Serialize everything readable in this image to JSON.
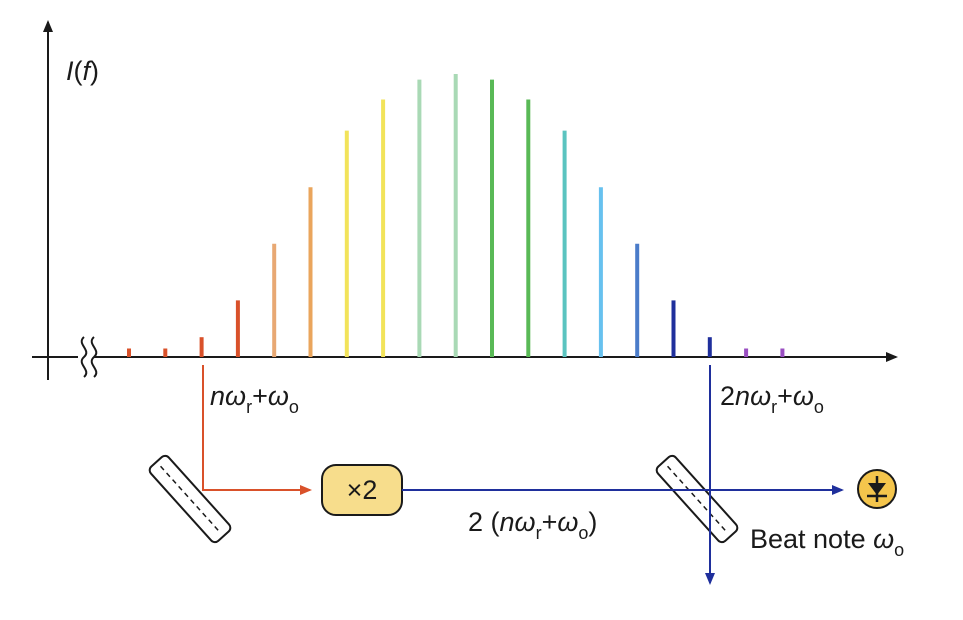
{
  "axis": {
    "y_label_main": "I",
    "y_label_arg": "f"
  },
  "comb": {
    "lines": [
      {
        "color": "#d9512a",
        "level": 0.03
      },
      {
        "color": "#d9512a",
        "level": 0.03
      },
      {
        "color": "#d9512a",
        "level": 0.07
      },
      {
        "color": "#d9512a",
        "level": 0.2
      },
      {
        "color": "#e8a873",
        "level": 0.4
      },
      {
        "color": "#eaa55c",
        "level": 0.6
      },
      {
        "color": "#f2e35a",
        "level": 0.8
      },
      {
        "color": "#f2e35a",
        "level": 0.91
      },
      {
        "color": "#a9d9b5",
        "level": 0.98
      },
      {
        "color": "#a9d9b5",
        "level": 1.0
      },
      {
        "color": "#59b956",
        "level": 0.98
      },
      {
        "color": "#59b956",
        "level": 0.91
      },
      {
        "color": "#5bc4c0",
        "level": 0.8
      },
      {
        "color": "#67c1ef",
        "level": 0.6
      },
      {
        "color": "#4b7cc9",
        "level": 0.4
      },
      {
        "color": "#1f2f9c",
        "level": 0.2
      },
      {
        "color": "#1f2f9c",
        "level": 0.07
      },
      {
        "color": "#9a4fc2",
        "level": 0.03
      },
      {
        "color": "#9a4fc2",
        "level": 0.03
      }
    ]
  },
  "labels": {
    "low_n": "n",
    "low_w": "ω",
    "low_r": "r",
    "low_plus": "+",
    "low_w2": "ω",
    "low_o": "o",
    "high_pre": "2",
    "high_n": "n",
    "high_w": "ω",
    "high_r": "r",
    "high_plus": "+",
    "high_w2": "ω",
    "high_o": "o",
    "doubled_pre": "2 (",
    "doubled_n": "n",
    "doubled_w": "ω",
    "doubled_r": "r",
    "doubled_plus": "+",
    "doubled_w2": "ω",
    "doubled_o": "o",
    "doubled_close": ")",
    "beat_text": "Beat note ",
    "beat_w": "ω",
    "beat_o": "o"
  },
  "doubler": {
    "label": "×2"
  },
  "colors": {
    "red_beam": "#d9512a",
    "blue_beam": "#1f2f9c",
    "doubler_fill": "#f7dd8c",
    "detector_fill": "#f4c54c",
    "axis": "#1a1a1a"
  },
  "icons": {
    "detector": "photodiode-icon",
    "splitter": "beam-splitter-icon"
  }
}
